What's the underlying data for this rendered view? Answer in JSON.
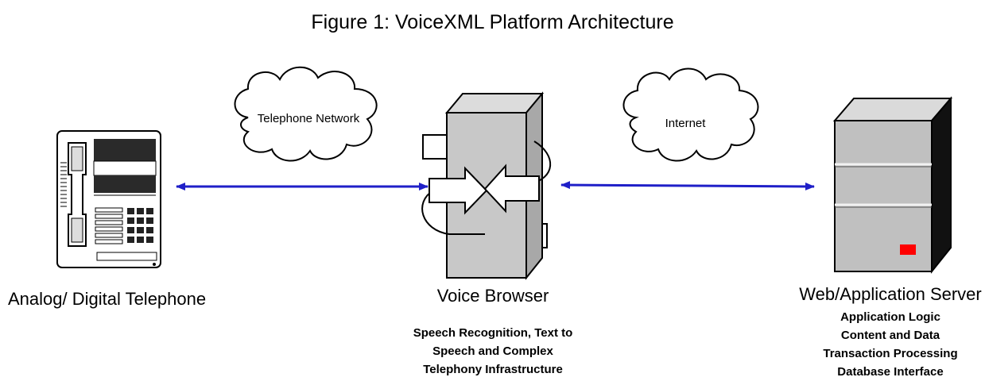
{
  "title": "Figure 1:  VoiceXML Platform Architecture",
  "nodes": {
    "phone": {
      "label": "Analog/ Digital Telephone"
    },
    "browser": {
      "label": "Voice Browser",
      "description": [
        "Speech Recognition, Text to",
        "Speech and Complex",
        "Telephony Infrastructure"
      ]
    },
    "server": {
      "label": "Web/Application Server",
      "description": [
        "Application Logic",
        "Content and Data",
        "Transaction Processing",
        "Database Interface"
      ]
    }
  },
  "clouds": {
    "telephone": "Telephone Network",
    "internet": "Internet"
  },
  "colors": {
    "arrow": "#1f1fc8",
    "server_light": "#ff0000",
    "browser_box": "#c8c8c8",
    "server_box": "#c0c0c0"
  }
}
